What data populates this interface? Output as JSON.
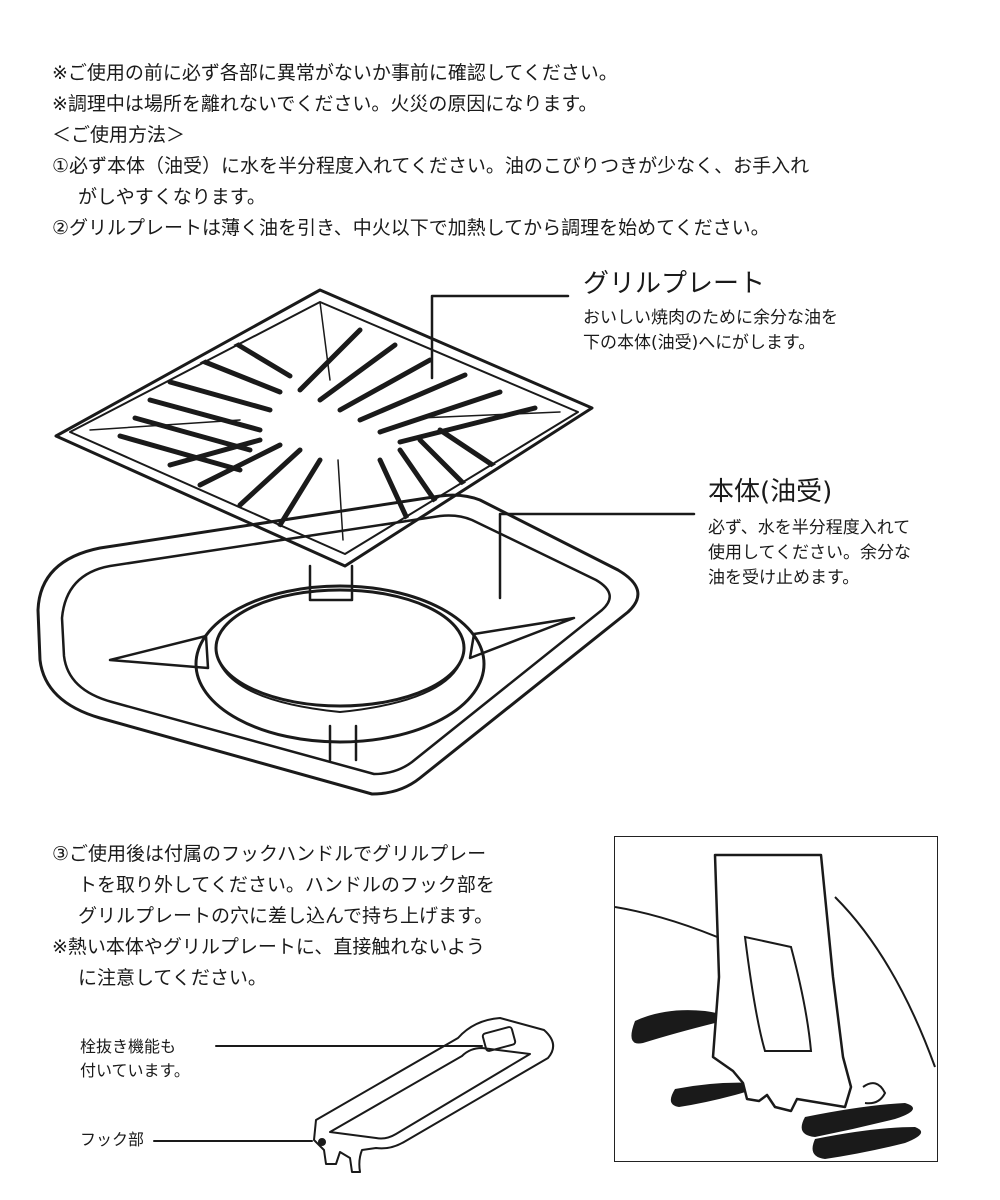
{
  "intro": {
    "caution_1": "※ご使用の前に必ず各部に異常がないか事前に確認してください。",
    "caution_2": "※調理中は場所を離れないでください。火災の原因になります。",
    "usage_heading": "＜ご使用方法＞",
    "step_1_line1": "①必ず本体（油受）に水を半分程度入れてください。油のこびりつきが少なく、お手入れ",
    "step_1_line2": "がしやすくなります。",
    "step_2": "②グリルプレートは薄く油を引き、中火以下で加熱してから調理を始めてください。"
  },
  "labels": {
    "grill_plate": {
      "title": "グリルプレート",
      "desc_line1": "おいしい焼肉のために余分な油を",
      "desc_line2": "下の本体(油受)へにがします。"
    },
    "body_tray": {
      "title": "本体(油受)",
      "desc_line1": "必ず、水を半分程度入れて",
      "desc_line2": "使用してください。余分な",
      "desc_line3": "油を受け止めます。"
    }
  },
  "steps": {
    "step_3_line1": "③ご使用後は付属のフックハンドルでグリルプレー",
    "step_3_line2": "トを取り外してください。ハンドルのフック部を",
    "step_3_line3": "グリルプレートの穴に差し込んで持ち上げます。",
    "caution_3_line1": "※熱い本体やグリルプレートに、直接触れないよう",
    "caution_3_line2": "に注意してください。"
  },
  "callouts": {
    "stopper_line1": "栓抜き機能も",
    "stopper_line2": "付いています。",
    "hook": "フック部"
  },
  "colors": {
    "ink": "#1a1a1a",
    "background": "#ffffff"
  }
}
